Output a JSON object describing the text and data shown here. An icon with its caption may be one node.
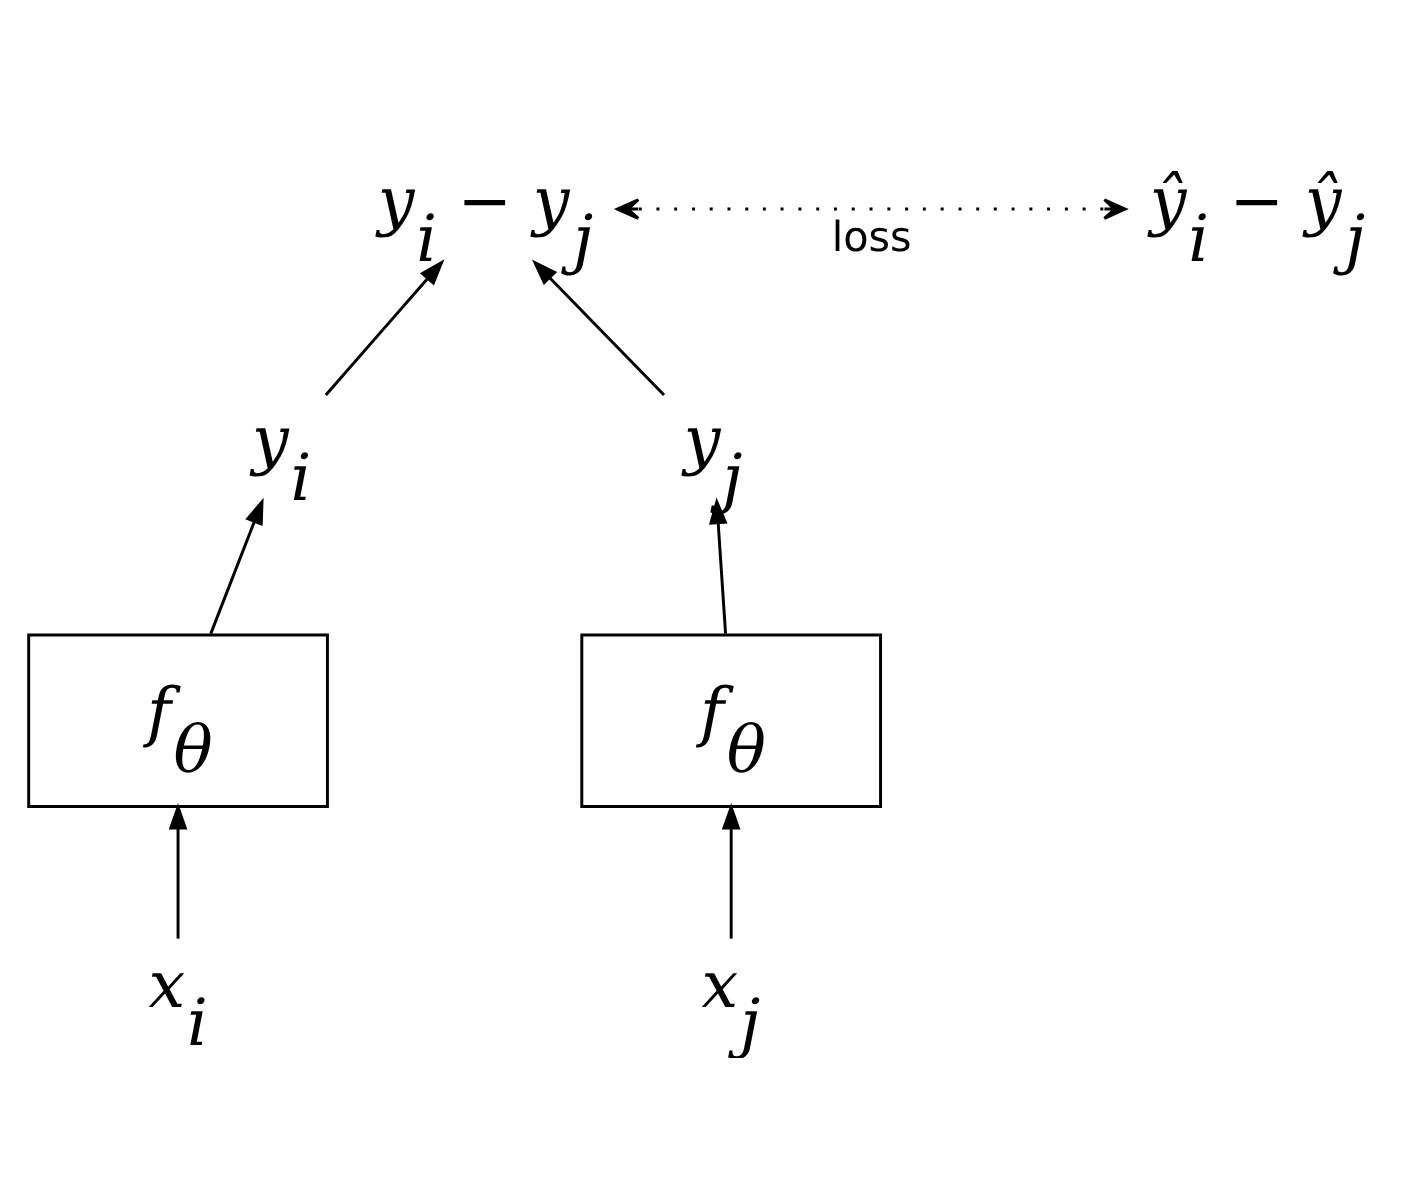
{
  "diagram": {
    "nodes": [
      {
        "text": [
          "y$_{i}$ − y$_{j}$"
        ]
      },
      {
        "text": [
          "ŷ$_{i}$ − ŷ$_{j}$"
        ]
      },
      {
        "text": [
          "y$_{i}$"
        ]
      },
      {
        "text": [
          "y$_{j}$"
        ]
      },
      {
        "text": [
          "f$_{θ}$"
        ]
      },
      {
        "text": [
          "f$_{θ}$"
        ]
      },
      {
        "text": [
          "x$_{i}$"
        ]
      },
      {
        "text": [
          "x$_{j}$"
        ]
      }
    ],
    "edges": [
      {
        "from": 6,
        "to": 4,
        "arrow": "to"
      },
      {
        "from": 4,
        "to": 2,
        "arrow": "to"
      },
      {
        "from": 2,
        "to": 0,
        "arrow": "to"
      },
      {
        "from": 7,
        "to": 5,
        "arrow": "to"
      },
      {
        "from": 5,
        "to": 3,
        "arrow": "to"
      },
      {
        "from": 3,
        "to": 0,
        "arrow": "to"
      },
      {
        "from": 0,
        "to": 1,
        "arrow": "both",
        "style": "dashed",
        "label": "loss"
      }
    ]
  }
}
